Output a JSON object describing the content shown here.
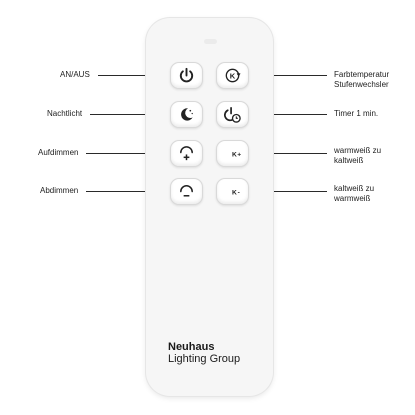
{
  "labels": {
    "on_off": "AN/AUS",
    "night_light": "Nachtlicht",
    "dim_up": "Aufdimmen",
    "dim_down": "Abdimmen",
    "color_temp_line1": "Farbtemperatur",
    "color_temp_line2": "Stufenwechsler",
    "timer": "Timer 1 min.",
    "warm_to_cold_line1": "warmweiß zu",
    "warm_to_cold_line2": "kaltweiß",
    "cold_to_warm_line1": "kaltweiß zu",
    "cold_to_warm_line2": "warmweiß"
  },
  "brand": {
    "name": "Neuhaus",
    "tagline": "Lighting Group"
  },
  "icons": {
    "power": "power-icon",
    "color_temp_cycle": "k-cycle-icon",
    "night_light": "moon-stars-icon",
    "timer": "power-clock-icon",
    "dim_up": "dome-plus-icon",
    "warm_to_cold": "moon-k-plus-icon",
    "dim_down": "dome-minus-icon",
    "cold_to_warm": "moon-k-minus-icon"
  }
}
